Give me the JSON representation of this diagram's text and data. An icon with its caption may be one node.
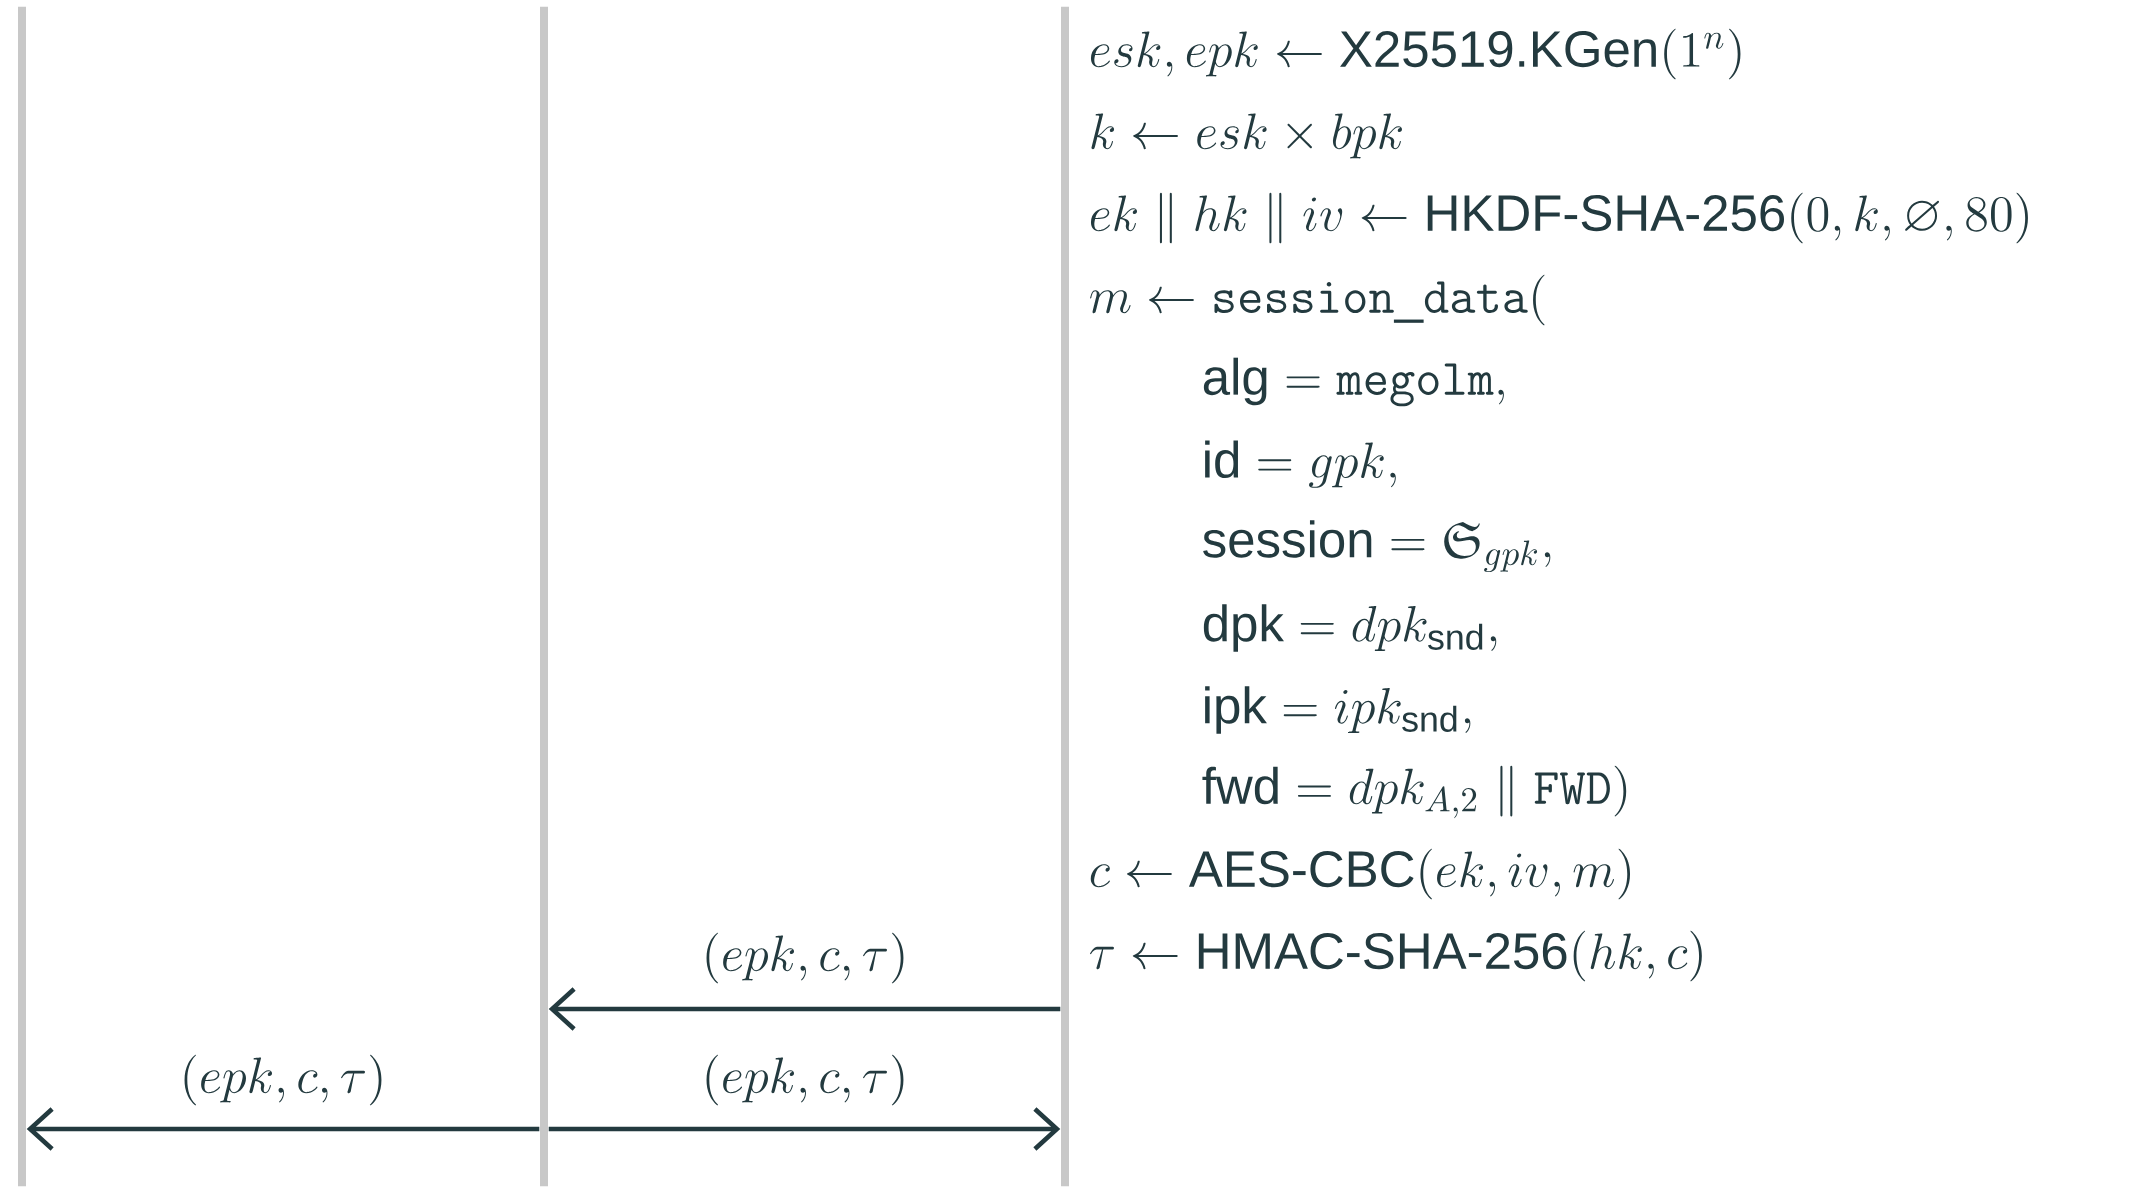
{
  "diagram": {
    "nodes": [
      {
        "text": [],
        "shape": "bar"
      },
      {
        "text": [],
        "shape": "bar"
      },
      {
        "text": [],
        "shape": "bar"
      }
    ],
    "edges": [
      {
        "from": 2,
        "to": 1,
        "arrow": "to",
        "label": "(epk, c, \\tau)"
      },
      {
        "from": 1,
        "to": 0,
        "arrow": "to",
        "label": "(epk, c, \\tau)"
      },
      {
        "from": 1,
        "to": 2,
        "arrow": "to",
        "label": "(epk, c, \\tau)"
      }
    ],
    "labels": [
      "esk, epk \\gets \\textrm{X25519.KGen}(1^n)",
      "k \\gets esk \\times bpk",
      "ek \\parallel hk \\parallel iv \\gets \\textrm{HKDF-SHA-256}(0, k, \\varnothing, 80)",
      "m \\gets \\mathtt{session\\_data}(",
      "\\textrm{alg} = \\mathtt{megolm},",
      "\\textrm{id} = gpk,",
      "\\textrm{session} = \\mathfrak{S}_{gpk},",
      "\\textrm{dpk} = dpk_{\\textrm{snd}},",
      "\\textrm{ipk} = ipk_{\\textrm{snd}},",
      "\\textrm{fwd} = dpk_{A,2} \\parallel \\mathtt{FWD})",
      "c \\gets \\textrm{AES-CBC}(ek, iv, m)",
      "\\tau \\gets \\textrm{HMAC-SHA-256}(hk, c)"
    ]
  }
}
